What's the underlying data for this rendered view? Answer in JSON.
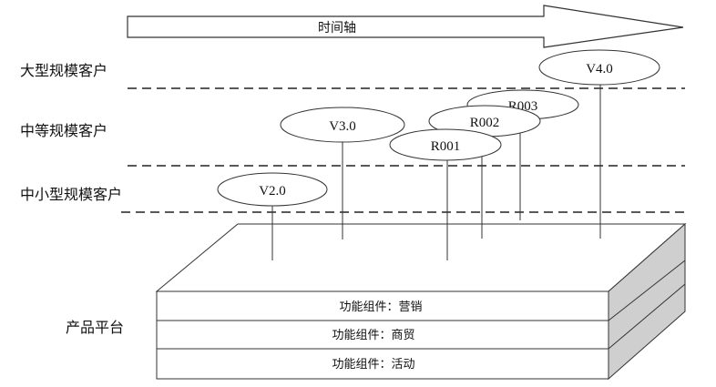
{
  "timeline": {
    "label": "时间轴"
  },
  "tiers": [
    {
      "label": "大型规模客户"
    },
    {
      "label": "中等规模客户"
    },
    {
      "label": "中小型规模客户"
    }
  ],
  "versions": [
    {
      "label": "V2.0"
    },
    {
      "label": "V3.0"
    },
    {
      "label": "R001"
    },
    {
      "label": "R002"
    },
    {
      "label": "R003"
    },
    {
      "label": "V4.0"
    }
  ],
  "platform": {
    "label": "产品平台",
    "components": [
      {
        "label": "功能组件：营销"
      },
      {
        "label": "功能组件：商贸"
      },
      {
        "label": "功能组件：活动"
      }
    ]
  }
}
